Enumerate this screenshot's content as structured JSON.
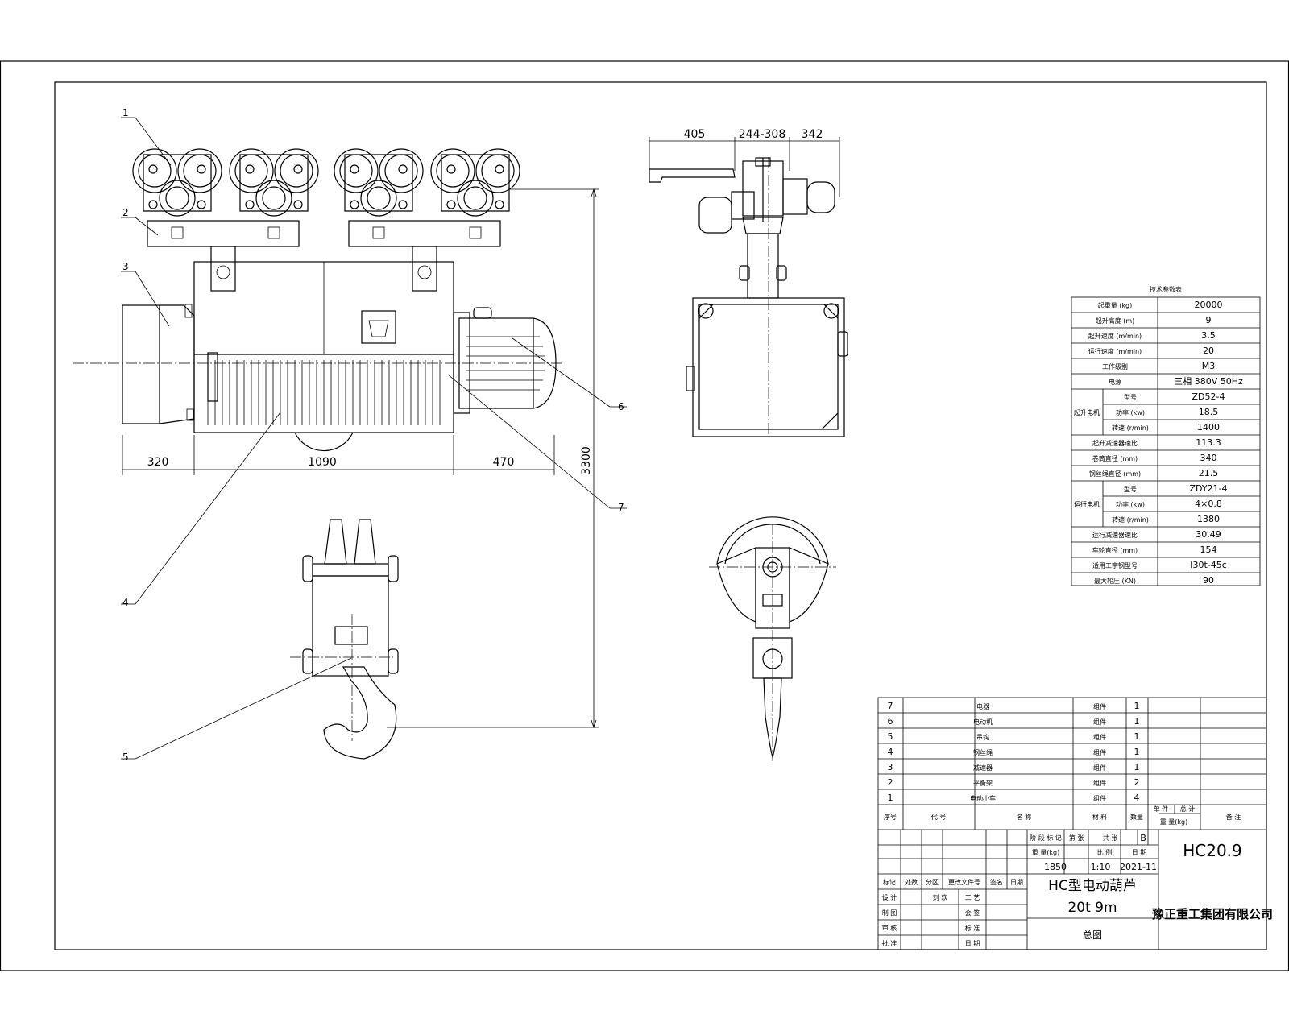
{
  "dimensions": {
    "left": "320",
    "drum": "1090",
    "motor": "470",
    "height": "3300",
    "side_a": "405",
    "side_b": "244-308",
    "side_c": "342"
  },
  "part_callouts": [
    "1",
    "2",
    "3",
    "4",
    "5",
    "6",
    "7"
  ],
  "spec_table": {
    "title": "技术参数表",
    "rows": [
      {
        "label": "起重量 (kg)",
        "value": "20000"
      },
      {
        "label": "起升高度 (m)",
        "value": "9"
      },
      {
        "label": "起升速度 (m/min)",
        "value": "3.5"
      },
      {
        "label": "运行速度 (m/min)",
        "value": "20"
      },
      {
        "label": "工作级别",
        "value": "M3"
      },
      {
        "label": "电源",
        "value": "三相 380V 50Hz"
      },
      {
        "label": "型号",
        "value": "ZD52-4",
        "group": "起升电机"
      },
      {
        "label": "功率 (kw)",
        "value": "18.5"
      },
      {
        "label": "转速 (r/min)",
        "value": "1400"
      },
      {
        "label": "起升减速器速比",
        "value": "113.3"
      },
      {
        "label": "卷筒直径 (mm)",
        "value": "340"
      },
      {
        "label": "钢丝绳直径 (mm)",
        "value": "21.5"
      },
      {
        "label": "型号",
        "value": "ZDY21-4",
        "group": "运行电机"
      },
      {
        "label": "功率 (kw)",
        "value": "4×0.8"
      },
      {
        "label": "转速 (r/min)",
        "value": "1380"
      },
      {
        "label": "运行减速器速比",
        "value": "30.49"
      },
      {
        "label": "车轮直径 (mm)",
        "value": "154"
      },
      {
        "label": "适用工字钢型号",
        "value": "I30t-45c"
      },
      {
        "label": "最大轮压 (KN)",
        "value": "90"
      }
    ]
  },
  "parts_list": {
    "rows": [
      {
        "no": "7",
        "name": "电器",
        "material": "组件",
        "qty": "1"
      },
      {
        "no": "6",
        "name": "电动机",
        "material": "组件",
        "qty": "1"
      },
      {
        "no": "5",
        "name": "吊钩",
        "material": "组件",
        "qty": "1"
      },
      {
        "no": "4",
        "name": "钢丝绳",
        "material": "组件",
        "qty": "1"
      },
      {
        "no": "3",
        "name": "减速器",
        "material": "组件",
        "qty": "1"
      },
      {
        "no": "2",
        "name": "平衡架",
        "material": "组件",
        "qty": "2"
      },
      {
        "no": "1",
        "name": "电动小车",
        "material": "组件",
        "qty": "4"
      }
    ],
    "header": {
      "no": "序号",
      "code": "代 号",
      "name": "名 称",
      "material": "材 料",
      "qty": "数量",
      "weight_single": "单 件",
      "weight_total": "总 计",
      "weight": "重 量(kg)",
      "note": "备 注"
    }
  },
  "title_block": {
    "weight": "1850",
    "scale": "1:10",
    "date": "2021-11",
    "drawing_no": "HC20.9",
    "title_line1": "HC型电动葫芦",
    "title_line2": "20t 9m",
    "title_line3": "总图",
    "company": "豫正重工集团有限公司",
    "weight_label": "重 量(kg)",
    "scale_label": "比 例",
    "date_label": "日 期",
    "stage_label": "阶 段 标 记",
    "sheet_a": "共 张",
    "sheet_b": "第 张",
    "mark": "B",
    "roles": [
      "设 计",
      "制 图",
      "审 核",
      "批 准"
    ],
    "roles2": [
      "工 艺",
      "会 签",
      "标 准",
      "日 期"
    ],
    "rev_headers": [
      "标记",
      "处数",
      "分区",
      "更改文件号",
      "签名",
      "日期"
    ],
    "drawn_by": "刘 欢"
  }
}
